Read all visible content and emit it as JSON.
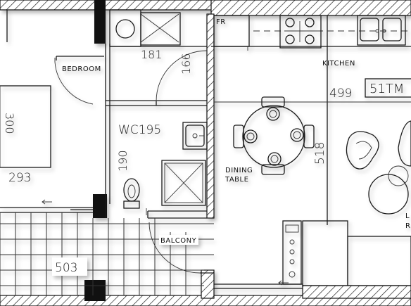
{
  "rooms": [
    {
      "id": "bedroom",
      "label": "BEDROOM",
      "dimension": "293"
    },
    {
      "id": "wc",
      "label": "WC",
      "dimension": "195",
      "dimension_side": "190"
    },
    {
      "id": "kitchen",
      "label": "KITCHEN",
      "dimension": "499"
    },
    {
      "id": "dining",
      "label": "DINING\nTABLE",
      "label_line1": "DINING",
      "label_line2": "TABLE",
      "dimension": "518"
    },
    {
      "id": "living",
      "label_fragment_1": "L",
      "label_fragment_2": "R"
    },
    {
      "id": "balcony",
      "label": "BALCONY",
      "dimension": "503"
    }
  ],
  "dimensions": {
    "corridor_h": "181",
    "corridor_v": "166",
    "bedroom_v_partial": "300",
    "area": "51TM"
  },
  "fixtures": {
    "fridge": "FR"
  }
}
